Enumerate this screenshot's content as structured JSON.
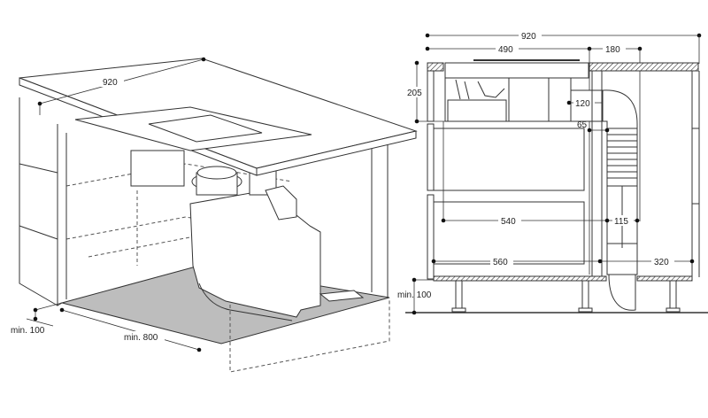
{
  "left_view": {
    "width_label": "920",
    "min_height_label": "min. 100",
    "min_depth_label": "min. 800"
  },
  "right_view": {
    "total_width": "920",
    "hob_depth": "490",
    "rear_gap": "180",
    "hob_height": "205",
    "duct_width": "120",
    "duct_offset": "65",
    "inner_depth": "540",
    "duct_depth": "115",
    "cabinet_depth": "560",
    "rear_space": "320",
    "min_plinth": "min. 100"
  },
  "colors": {
    "line": "#333333",
    "floor": "#bdbdbd"
  }
}
